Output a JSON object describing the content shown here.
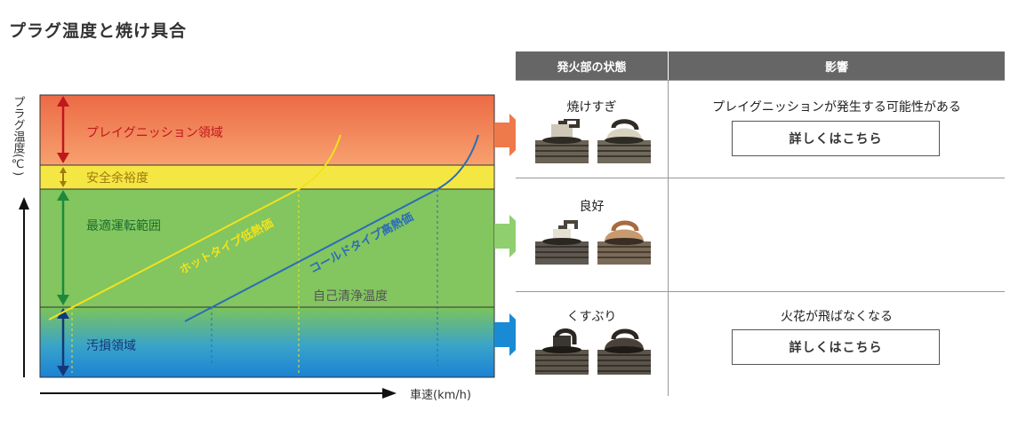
{
  "page_title": "プラグ温度と焼け具合",
  "diagram": {
    "y_axis_label": "プラグ温度(℃)",
    "x_axis_label": "車速(km/h)",
    "zones": [
      {
        "label": "プレイグニッション領域",
        "color": "#e8442a"
      },
      {
        "label": "安全余裕度",
        "color": "#f5e743"
      },
      {
        "label": "最適運転範囲",
        "color": "#7cc45a"
      },
      {
        "label": "汚損領域",
        "color": "#1a8ad4"
      }
    ],
    "lines": [
      {
        "label": "ホットタイプ低熱価",
        "color": "#f2e21c"
      },
      {
        "label": "コールドタイプ高熱価",
        "color": "#2a6cb8"
      }
    ],
    "self_cleaning_label": "自己清浄温度"
  },
  "table": {
    "header_state": "発火部の状態",
    "header_effect": "影響",
    "rows": [
      {
        "state": "焼けすぎ",
        "effect": "プレイグニッションが発生する可能性がある",
        "button": "詳しくはこちら",
        "arrow_color": "#ee7a4c"
      },
      {
        "state": "良好",
        "effect": "",
        "button": "",
        "arrow_color": "#8fcf6e"
      },
      {
        "state": "くすぶり",
        "effect": "火花が飛ばなくなる",
        "button": "詳しくはこちら",
        "arrow_color": "#1a8ad4"
      }
    ]
  }
}
